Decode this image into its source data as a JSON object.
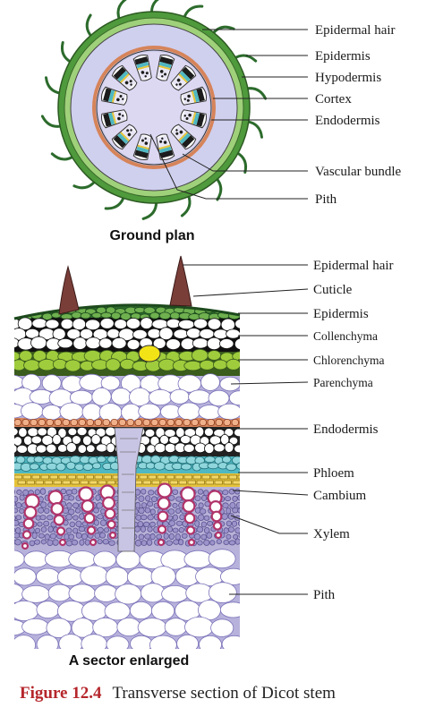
{
  "ground_plan": {
    "title": "Ground plan",
    "labels": [
      "Epidermal hair",
      "Epidermis",
      "Hypodermis",
      "Cortex",
      "Endodermis",
      "Vascular bundle",
      "Pith"
    ]
  },
  "sector": {
    "title": "A sector enlarged",
    "labels": [
      "Epidermal hair",
      "Cuticle",
      "Epidermis",
      "Collenchyma",
      "Chlorenchyma",
      "Parenchyma",
      "Endodermis",
      "Phloem",
      "Cambium",
      "Xylem",
      "Pith"
    ]
  },
  "caption": {
    "figure_number": "Figure 12.4",
    "text": "Transverse section of Dicot stem"
  },
  "colors": {
    "epidermis": "#4f9a3c",
    "cortex": "#ccccee",
    "endodermis": "#d6845a",
    "collenchyma_chlorenchyma": "#9fcc3c",
    "phloem": "#4fb8c2",
    "cambium": "#e6c43a",
    "xylem_ground": "#b8b2d8",
    "xylem_vessel": "#b0346a",
    "caption_accent": "#b5262b"
  }
}
